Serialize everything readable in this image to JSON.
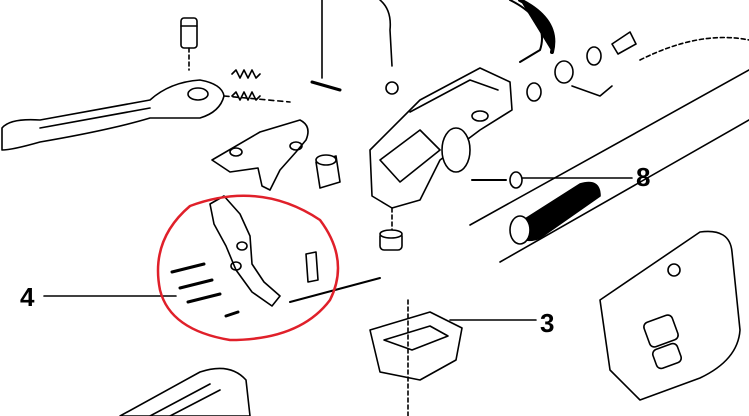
{
  "diagram": {
    "callouts": [
      {
        "id": "4",
        "text": "4"
      },
      {
        "id": "3",
        "text": "3"
      },
      {
        "id": "8",
        "text": "8"
      }
    ],
    "highlight_color": "#e0202a",
    "line_color": "#000000"
  }
}
